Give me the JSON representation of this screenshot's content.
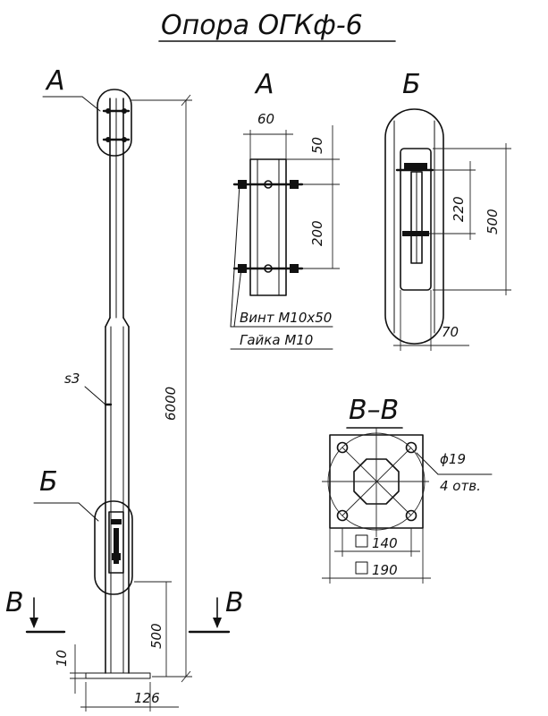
{
  "title": "Опора ОГКф-6",
  "views": {
    "A_label": "А",
    "B_label": "Б",
    "section_title": "В–В",
    "section_mark_left": "В",
    "section_mark_right": "В"
  },
  "dimensions": {
    "height": "6000",
    "wall": "s3",
    "width_60": "60",
    "gap_50": "50",
    "gap_200": "200",
    "gap_220": "220",
    "gap_500_b": "500",
    "width_70": "70",
    "height_500": "500",
    "plate_10": "10",
    "base_126": "126",
    "hole_dia": "ϕ19",
    "holes_count": "4 отв.",
    "square_140": "140",
    "square_190": "190"
  },
  "callouts": {
    "screw": "Винт М10х50",
    "nut": "Гайка М10"
  }
}
